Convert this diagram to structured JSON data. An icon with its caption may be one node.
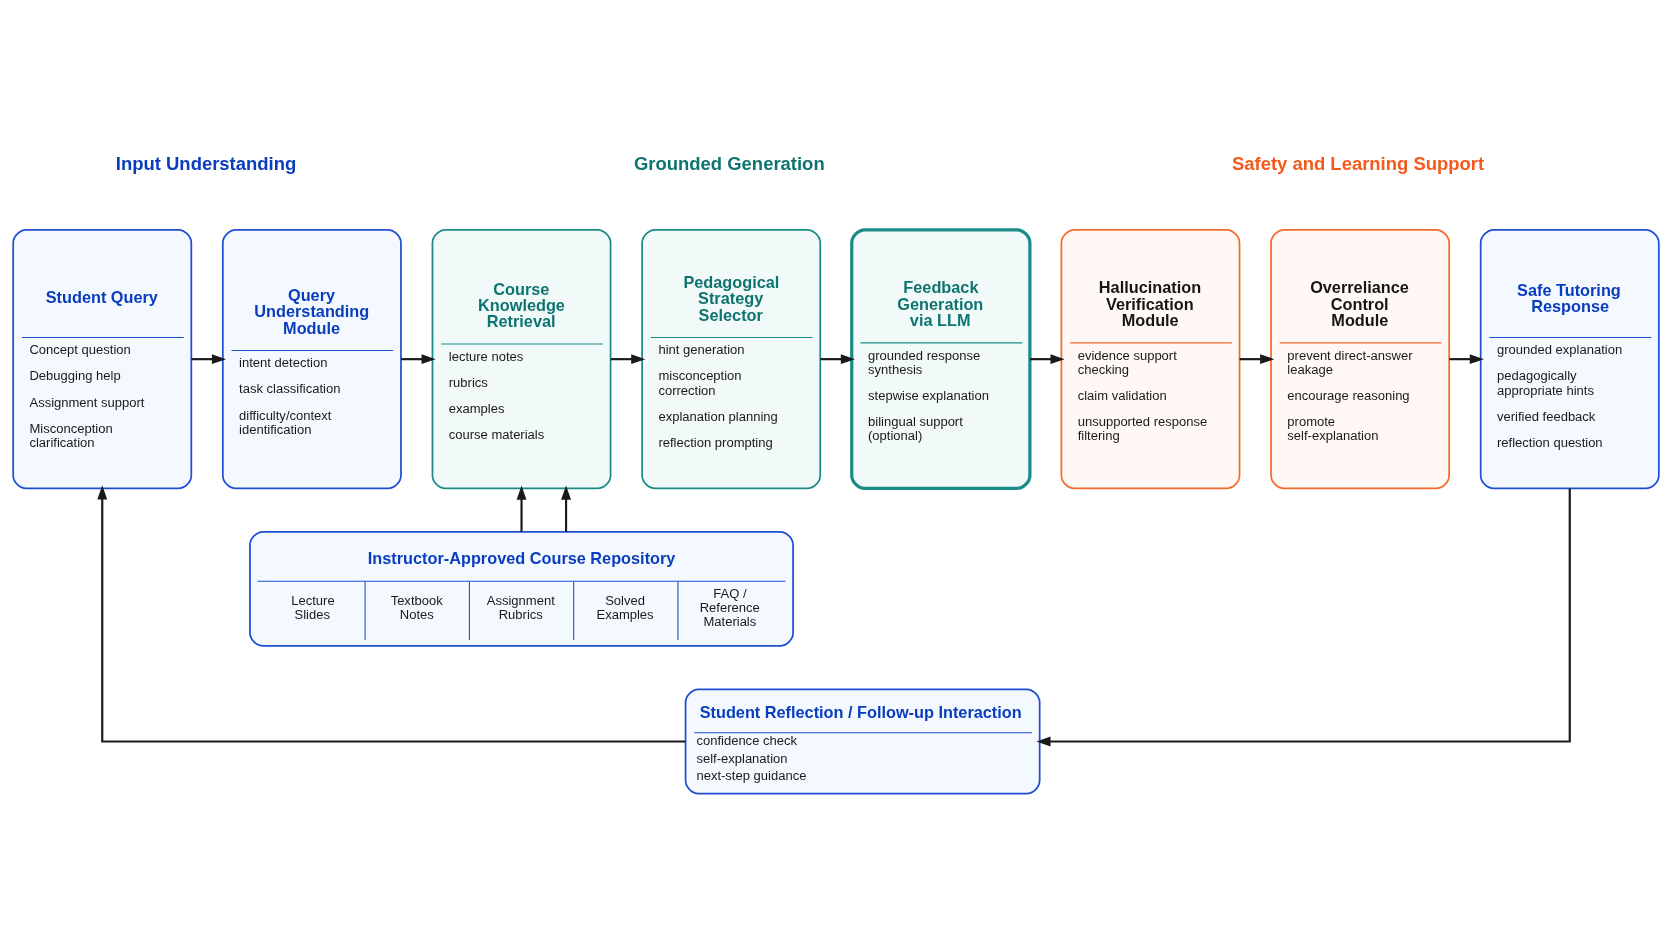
{
  "diagram": {
    "nodes": [
      {
        "text": [
          "Student Query",
          "Concept question",
          "Debugging help",
          "Assignment support",
          "Misconception clarification"
        ]
      },
      {
        "text": [
          "Query Understanding Module",
          "intent detection",
          "task classification",
          "difficulty/context identification"
        ]
      },
      {
        "text": [
          "Course Knowledge Retrieval",
          "lecture notes",
          "rubrics",
          "examples",
          "course materials"
        ]
      },
      {
        "text": [
          "Pedagogical Strategy Selector",
          "hint generation",
          "misconception correction",
          "explanation planning",
          "reflection prompting"
        ]
      },
      {
        "text": [
          "Feedback Generation via LLM",
          "grounded response synthesis",
          "stepwise explanation",
          "bilingual support (optional)"
        ]
      },
      {
        "text": [
          "Hallucination Verification Module",
          "evidence support checking",
          "claim validation",
          "unsupported response filtering"
        ]
      },
      {
        "text": [
          "Overreliance Control Module",
          "prevent direct-answer leakage",
          "encourage reasoning",
          "promote self-explanation"
        ]
      },
      {
        "text": [
          "Safe Tutoring Response",
          "grounded explanation",
          "pedagogically appropriate hints",
          "verified feedback",
          "reflection question"
        ]
      },
      {
        "text": [
          "Instructor-Approved Course Repository",
          "Lecture Slides",
          "Textbook Notes",
          "Assignment Rubrics",
          "Solved Examples",
          "FAQ / Reference Materials"
        ]
      },
      {
        "text": [
          "Student Reflection / Follow-up Interaction",
          "confidence check",
          "self-explanation",
          "next-step guidance"
        ]
      }
    ],
    "edges": [
      {
        "from": 0,
        "to": 1,
        "arrow": "to"
      },
      {
        "from": 1,
        "to": 2,
        "arrow": "to"
      },
      {
        "from": 2,
        "to": 3,
        "arrow": "to"
      },
      {
        "from": 3,
        "to": 4,
        "arrow": "to"
      },
      {
        "from": 4,
        "to": 5,
        "arrow": "to"
      },
      {
        "from": 5,
        "to": 6,
        "arrow": "to"
      },
      {
        "from": 6,
        "to": 7,
        "arrow": "to"
      },
      {
        "from": 8,
        "to": 2,
        "arrow": "to"
      },
      {
        "from": 8,
        "to": 2,
        "arrow": "to"
      },
      {
        "from": 7,
        "to": 9,
        "arrow": "to"
      },
      {
        "from": 9,
        "to": 0,
        "arrow": "to"
      }
    ],
    "labels": [
      "Input Understanding",
      "Grounded Generation",
      "Safety and Learning Support"
    ]
  }
}
